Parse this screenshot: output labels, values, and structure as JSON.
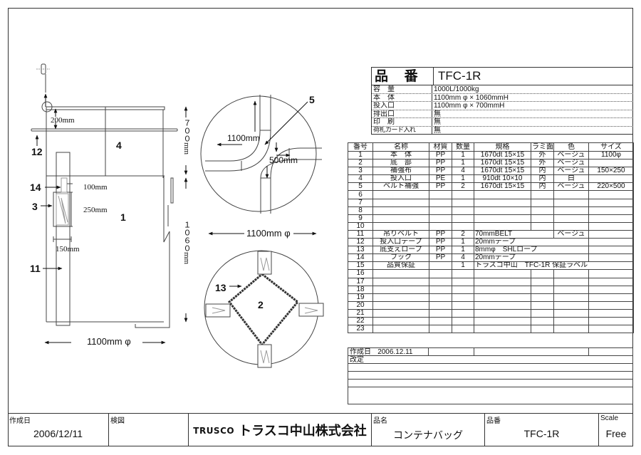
{
  "spec": {
    "title_key": "品 番",
    "title_value": "TFC-1R",
    "rows": [
      {
        "key": "容　量",
        "value": "1000L/1000kg"
      },
      {
        "key": "本　体",
        "value": "1100mm φ × 1060mmH"
      },
      {
        "key": "投入口",
        "value": "1100mm φ × 700mmH"
      },
      {
        "key": "排出口",
        "value": "無"
      },
      {
        "key": "印　刷",
        "value": "無"
      },
      {
        "key": "荷札カード入れ",
        "value": "無"
      }
    ]
  },
  "parts_table": {
    "headers": [
      "番号",
      "名称",
      "材質",
      "数量",
      "規格",
      "ラミ面",
      "色",
      "サイズ"
    ],
    "rows": [
      {
        "no": "1",
        "name": "本　体",
        "material": "PP",
        "qty": "1",
        "spec": "1670dt 15×15",
        "lami": "外",
        "color": "ベージュ",
        "size": "1100φ"
      },
      {
        "no": "2",
        "name": "底　部",
        "material": "PP",
        "qty": "1",
        "spec": "1670dt 15×15",
        "lami": "外",
        "color": "ベージュ",
        "size": ""
      },
      {
        "no": "3",
        "name": "補強布",
        "material": "PP",
        "qty": "4",
        "spec": "1670dt 15×15",
        "lami": "内",
        "color": "ベージュ",
        "size": "150×250"
      },
      {
        "no": "4",
        "name": "投入口",
        "material": "PE",
        "qty": "1",
        "spec": "910dt 10×10",
        "lami": "内",
        "color": "白",
        "size": ""
      },
      {
        "no": "5",
        "name": "ベルト補強",
        "material": "PP",
        "qty": "2",
        "spec": "1670dt 15×15",
        "lami": "内",
        "color": "ベージュ",
        "size": "220×500"
      },
      {
        "no": "6"
      },
      {
        "no": "7"
      },
      {
        "no": "8"
      },
      {
        "no": "9"
      },
      {
        "no": "10"
      },
      {
        "no": "11",
        "name": "吊りベルト",
        "material": "PP",
        "qty": "2",
        "spec": "70mmBELT",
        "color": "ベージュ"
      },
      {
        "no": "12",
        "name": "投入口テープ",
        "material": "PP",
        "qty": "1",
        "spec": "20mmテープ"
      },
      {
        "no": "13",
        "name": "底支えロープ",
        "material": "PP",
        "qty": "1",
        "spec": "8mmφ　SHLロープ"
      },
      {
        "no": "14",
        "name": "フック",
        "material": "PP",
        "qty": "4",
        "spec": "20mmテープ"
      },
      {
        "no": "15",
        "name": "品質保証",
        "material": "",
        "qty": "1",
        "spec": "トラスコ中山　TFC-1R 保証ラベル"
      },
      {
        "no": "16"
      },
      {
        "no": "17"
      },
      {
        "no": "18"
      },
      {
        "no": "19"
      },
      {
        "no": "20"
      },
      {
        "no": "21"
      },
      {
        "no": "22"
      },
      {
        "no": "23"
      }
    ],
    "created_label": "作成日",
    "created_value": "2006.12.11",
    "revision_label": "改定"
  },
  "drawing": {
    "side_view": {
      "callouts": [
        "4",
        "12",
        "14",
        "3",
        "1",
        "11"
      ],
      "dim_200": "200mm",
      "dim_100": "100mm",
      "dim_250": "250mm",
      "dim_150": "150mm",
      "dim_700": "７００mm",
      "dim_1060": "１０６０mm",
      "dim_width": "1100mm φ"
    },
    "top_view": {
      "callout": "5",
      "dim_1100": "1100mm",
      "dim_500": "500mm",
      "dim_width": "1100mm φ"
    },
    "bottom_view": {
      "callouts": [
        "13",
        "2"
      ]
    }
  },
  "title_block": {
    "created_label": "作成日",
    "created_value": "2006/12/11",
    "inspect_label": "検図",
    "company_brand": "TRUSCO",
    "company_name": "トラスコ中山株式会社",
    "product_name_label": "品名",
    "product_name_value": "コンテナバッグ",
    "product_no_label": "品番",
    "product_no_value": "TFC-1R",
    "scale_label": "Scale",
    "scale_value": "Free"
  }
}
